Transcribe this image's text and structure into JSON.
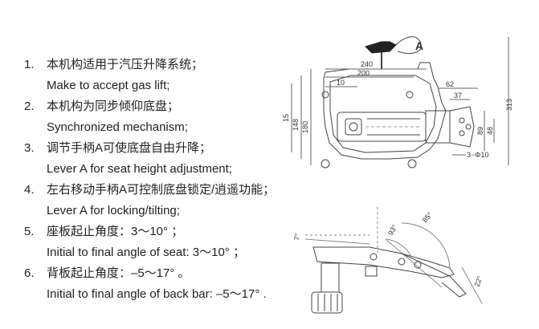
{
  "specs": [
    {
      "num": "1.",
      "cn": "本机构适用于汽压升降系统；",
      "en": "Make to accept gas lift;"
    },
    {
      "num": "2.",
      "cn": "本机构为同步倾仰底盘；",
      "en": "Synchronized mechanism;"
    },
    {
      "num": "3.",
      "cn": "调节手柄A可使底盘自由升降；",
      "en": "Lever A for seat height adjustment;"
    },
    {
      "num": "4.",
      "cn": "左右移动手柄A可控制底盘锁定/逍遥功能；",
      "en": "Lever A for locking/tilting;"
    },
    {
      "num": "5.",
      "cn": "座板起止角度：3～10°  ；",
      "en": "Initial to final angle of seat: 3～10°  ；"
    },
    {
      "num": "6.",
      "cn": "背板起止角度：–5～17°  。",
      "en": "Initial to final angle of back bar: –5～17°  ."
    }
  ],
  "top_view": {
    "lever_label": "A",
    "dims": {
      "d240": "240",
      "d200": "200",
      "d10": "10",
      "d62": "62",
      "d37": "37",
      "d313": "313",
      "d180": "180",
      "d148": "148",
      "d15": "15",
      "d48": "48",
      "d89": "89",
      "hole": "3−Φ10"
    }
  },
  "side_view": {
    "angles": {
      "a93": "93°",
      "a85": "85°",
      "a7": "7°",
      "a22": "22°"
    }
  }
}
